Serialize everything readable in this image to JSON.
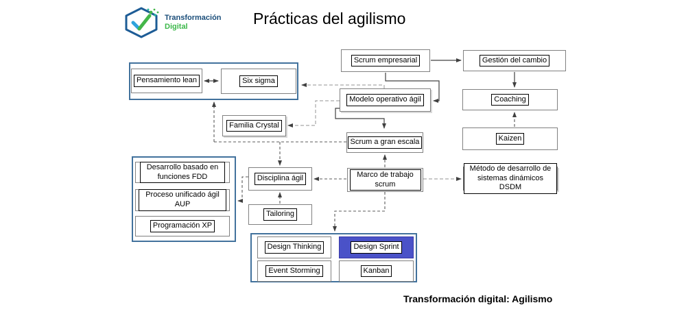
{
  "header": {
    "title": "Prácticas del agilismo",
    "logo": {
      "line1": "Transformación",
      "line2": "Digital"
    }
  },
  "footer": {
    "caption": "Transformación digital: Agilismo"
  },
  "nodes": {
    "pensamiento_lean": {
      "label": "Pensamiento lean"
    },
    "six_sigma": {
      "label": "Six sigma"
    },
    "scrum_empresarial": {
      "label": "Scrum empresarial"
    },
    "gestion_cambio": {
      "label": "Gestión del cambio"
    },
    "modelo_operativo": {
      "label": "Modelo operativo ágil"
    },
    "coaching": {
      "label": "Coaching"
    },
    "kaizen": {
      "label": "Kaizen"
    },
    "familia_crystal": {
      "label": "Familia Crystal"
    },
    "scrum_gran_escala": {
      "label": "Scrum a gran escala"
    },
    "marco_trabajo": {
      "label": "Marco de trabajo scrum"
    },
    "dsdm": {
      "label": "Método de desarrollo de sistemas dinámicos DSDM"
    },
    "disciplina_agil": {
      "label": "Disciplina ágil"
    },
    "tailoring": {
      "label": "Tailoring"
    },
    "fdd": {
      "label": "Desarrollo basado en funciones FDD"
    },
    "aup": {
      "label": "Proceso unificado ágil AUP"
    },
    "xp": {
      "label": "Programación XP"
    },
    "design_thinking": {
      "label": "Design Thinking"
    },
    "design_sprint": {
      "label": "Design Sprint"
    },
    "event_storming": {
      "label": "Event Storming"
    },
    "kanban": {
      "label": "Kanban"
    }
  },
  "colors": {
    "container_border": "#41719c",
    "design_sprint_fill": "#4a52c8",
    "design_sprint_border": "#3a3aa8",
    "line_dark": "#404040",
    "line_dashed": "#595959",
    "line_gray": "#a6a6a6",
    "logo_hex_blue": "#1d5c96",
    "logo_check_blue": "#2ea3dc",
    "logo_check_green": "#44b649",
    "logo_dot_teal": "#2bb5a0",
    "logo_text_blue": "#1b4e7a",
    "logo_text_green": "#3cb84a"
  }
}
